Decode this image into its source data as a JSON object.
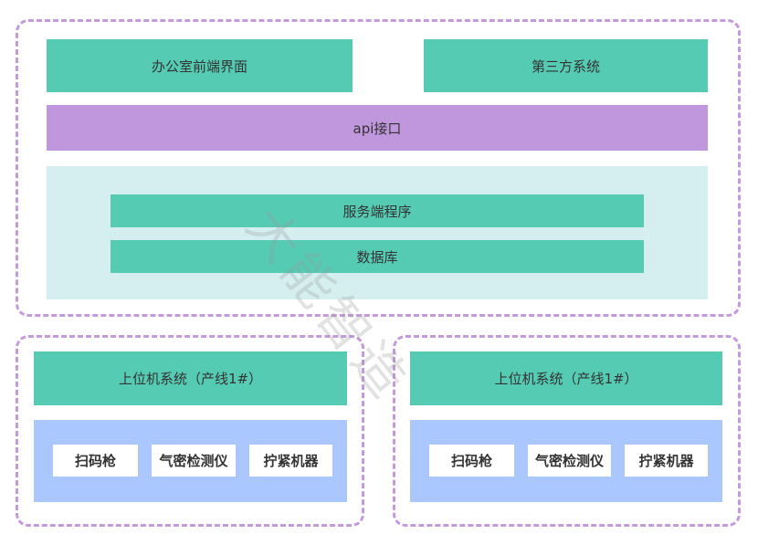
{
  "top": {
    "office_frontend": "办公室前端界面",
    "third_party": "第三方系统",
    "api": "api接口",
    "server_program": "服务端程序",
    "database": "数据库"
  },
  "lines": [
    {
      "title": "上位机系统（产线1#）",
      "devices": [
        "扫码枪",
        "气密检测仪",
        "拧紧机器"
      ]
    },
    {
      "title": "上位机系统（产线1#）",
      "devices": [
        "扫码枪",
        "气密检测仪",
        "拧紧机器"
      ]
    }
  ],
  "watermark": "大能智造",
  "colors": {
    "teal": "#56cbb4",
    "purple": "#c096dc",
    "light_cyan": "#d5eff1",
    "blue": "#abc7ff",
    "dashed_border": "#c39ade"
  }
}
